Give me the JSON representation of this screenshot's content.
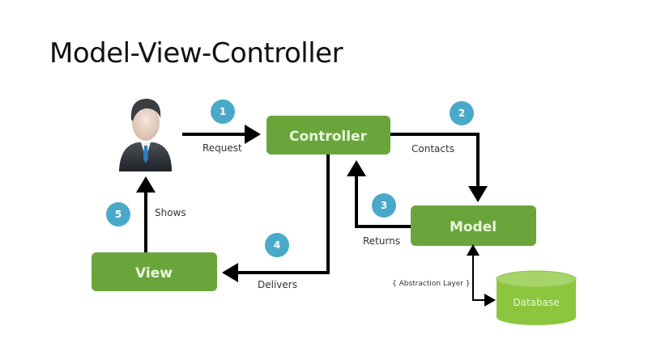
{
  "title": "Model-View-Controller",
  "nodes": {
    "controller": "Controller",
    "model": "Model",
    "view": "View",
    "database": "Database",
    "user": "user-icon"
  },
  "steps": [
    {
      "number": "1",
      "label": "Request"
    },
    {
      "number": "2",
      "label": "Contacts"
    },
    {
      "number": "3",
      "label": "Returns"
    },
    {
      "number": "4",
      "label": "Delivers"
    },
    {
      "number": "5",
      "label": "Shows"
    }
  ],
  "abstraction_label": "{ Abstraction Layer }",
  "colors": {
    "box": "#6aa53c",
    "database": "#8cc63e",
    "badge": "#4aa9c9"
  }
}
